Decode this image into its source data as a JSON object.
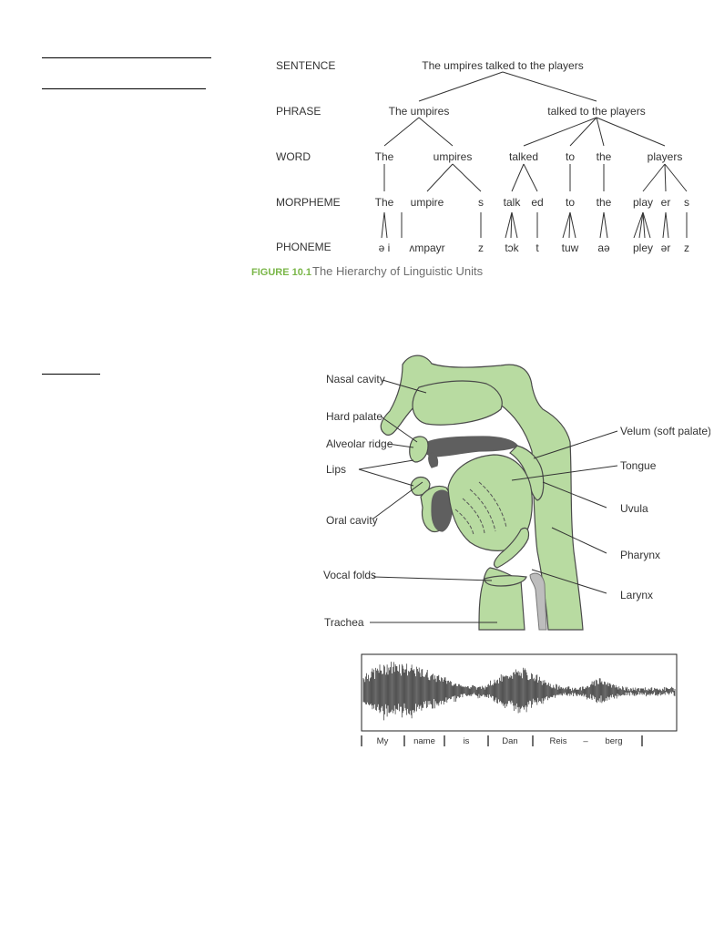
{
  "colors": {
    "tissue": "#b8dba1",
    "tissue_stroke": "#4a4a4a",
    "bone": "#5f5f5f",
    "trachea_tube": "#bdbdbd",
    "accent": "#7ab648",
    "label": "#333333"
  },
  "hierarchy": {
    "levels": [
      "SENTENCE",
      "PHRASE",
      "WORD",
      "MORPHEME",
      "PHONEME"
    ],
    "sentence": "The umpires talked to the players",
    "phrases": [
      "The umpires",
      "talked to the players"
    ],
    "words": [
      "The",
      "umpires",
      "talked",
      "to",
      "the",
      "players"
    ],
    "morphemes": [
      "The",
      "umpire",
      "s",
      "talk",
      "ed",
      "to",
      "the",
      "play",
      "er",
      "s"
    ],
    "phonemes": [
      "ə i",
      "ʌmpayr",
      "z",
      "tɔk",
      "t",
      "tuw",
      "aə",
      "pley",
      "ər",
      "z"
    ],
    "caption_number": "FIGURE 10.1",
    "caption_title": "The Hierarchy of Linguistic Units"
  },
  "vocal_tract": {
    "left_labels": [
      "Nasal cavity",
      "Hard palate",
      "Alveolar ridge",
      "Lips",
      "Oral cavity",
      "Vocal folds",
      "Trachea"
    ],
    "right_labels": [
      "Velum (soft palate)",
      "Tongue",
      "Uvula",
      "Pharynx",
      "Larynx"
    ]
  },
  "waveform": {
    "segments": [
      "My",
      "name",
      "is",
      "Dan",
      "Reis",
      "–",
      "berg"
    ]
  }
}
